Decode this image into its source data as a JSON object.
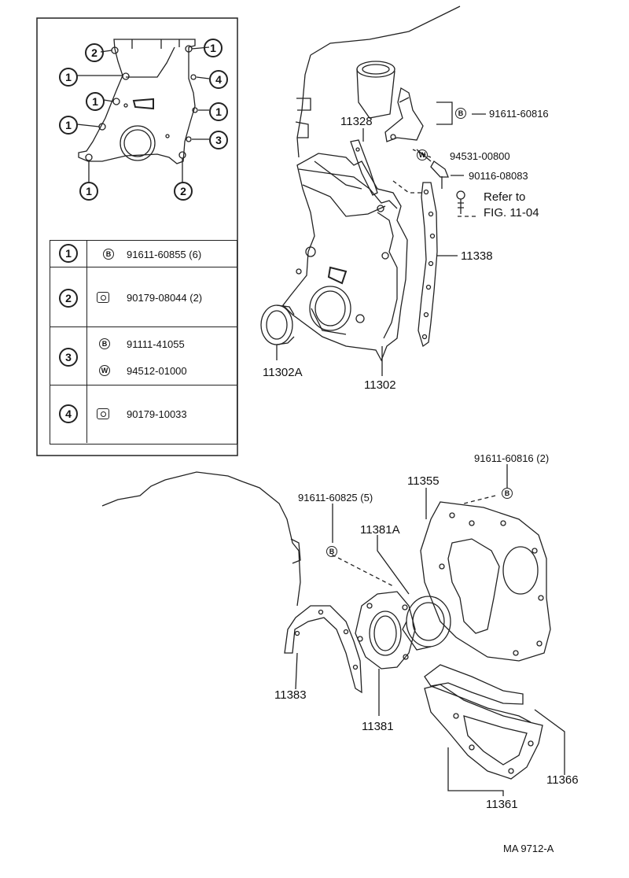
{
  "inset": {
    "callouts": [
      "2",
      "1",
      "1",
      "4",
      "1",
      "1",
      "1",
      "3",
      "1",
      "2"
    ],
    "table": [
      {
        "num": "1",
        "items": [
          {
            "icon": "B",
            "part": "91611-60855 (6)"
          }
        ]
      },
      {
        "num": "2",
        "items": [
          {
            "icon": "nut",
            "part": "90179-08044 (2)"
          }
        ]
      },
      {
        "num": "3",
        "items": [
          {
            "icon": "B",
            "part": "91111-41055"
          },
          {
            "icon": "W",
            "part": "94512-01000"
          }
        ]
      },
      {
        "num": "4",
        "items": [
          {
            "icon": "nut",
            "part": "90179-10033"
          }
        ]
      }
    ]
  },
  "upper": {
    "labels": {
      "p91611_60816": "91611-60816",
      "p94531_00800": "94531-00800",
      "p90116_08083": "90116-08083",
      "refer1": "Refer to",
      "refer2": "FIG. 11-04",
      "p11328": "11328",
      "p11338": "11338",
      "p11302A": "11302A",
      "p11302": "11302"
    },
    "icons": {
      "b": "B",
      "w": "W"
    }
  },
  "lower": {
    "labels": {
      "p91611_60816_2": "91611-60816 (2)",
      "p11355": "11355",
      "p91611_60825": "91611-60825 (5)",
      "p11381A": "11381A",
      "p11383": "11383",
      "p11381": "11381",
      "p11366": "11366",
      "p11361": "11361"
    },
    "icons": {
      "b1": "B",
      "b2": "B"
    }
  },
  "footer": {
    "code": "MA  9712-A"
  }
}
